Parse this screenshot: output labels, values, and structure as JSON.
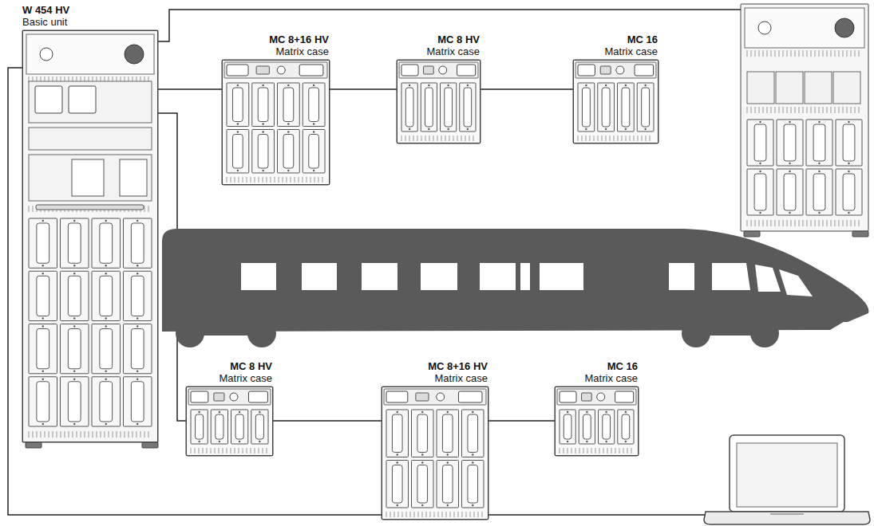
{
  "diagram": {
    "nodes": [
      {
        "text": [
          "W 454 HV",
          "Basic unit"
        ]
      },
      {
        "text": [
          "MC 8+16 HV",
          "Matrix case"
        ]
      },
      {
        "text": [
          "MC 8 HV",
          "Matrix case"
        ]
      },
      {
        "text": [
          "MC 16",
          "Matrix case"
        ]
      },
      {
        "text": [
          "MC 8 HV",
          "Matrix case"
        ]
      },
      {
        "text": [
          "MC 8+16 HV",
          "Matrix case"
        ]
      },
      {
        "text": [
          "MC 16",
          "Matrix case"
        ]
      }
    ],
    "edges": [
      {
        "from": 0,
        "to": 1,
        "arrow": "none"
      },
      {
        "from": 1,
        "to": 2,
        "arrow": "none"
      },
      {
        "from": 2,
        "to": 3,
        "arrow": "none"
      },
      {
        "from": 0,
        "to": 4,
        "arrow": "none"
      },
      {
        "from": 4,
        "to": 5,
        "arrow": "none"
      },
      {
        "from": 5,
        "to": 6,
        "arrow": "none"
      }
    ]
  }
}
